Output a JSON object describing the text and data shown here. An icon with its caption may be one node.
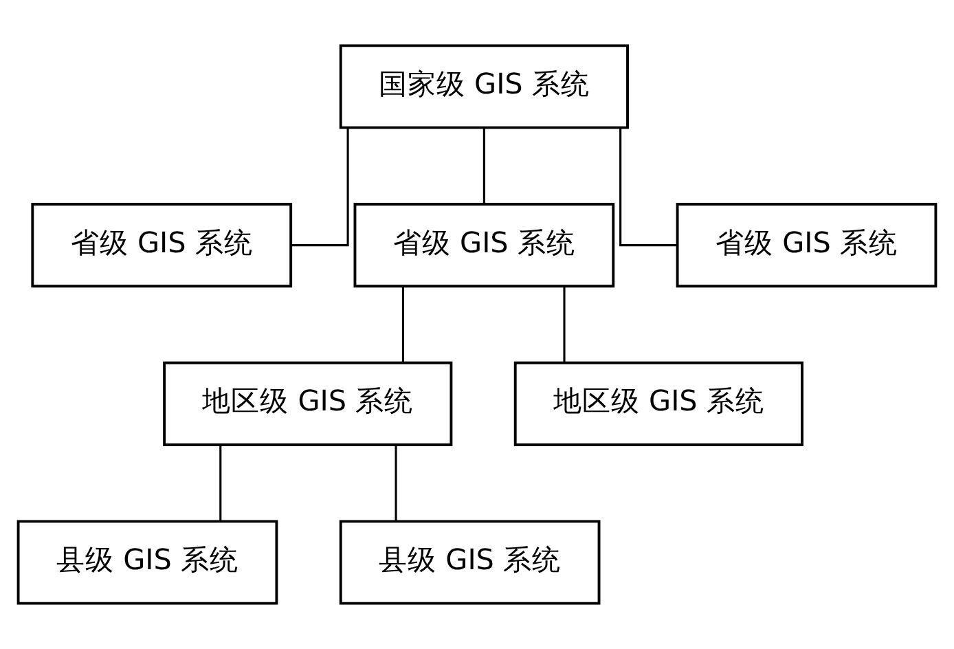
{
  "diagram": {
    "nodes": [
      {
        "text": [
          "国家级 GIS 系统"
        ]
      },
      {
        "text": [
          "省级 GIS 系统"
        ]
      },
      {
        "text": [
          "省级 GIS 系统"
        ]
      },
      {
        "text": [
          "省级 GIS 系统"
        ]
      },
      {
        "text": [
          "地区级 GIS 系统"
        ]
      },
      {
        "text": [
          "地区级 GIS 系统"
        ]
      },
      {
        "text": [
          "县级 GIS 系统"
        ]
      },
      {
        "text": [
          "县级 GIS 系统"
        ]
      }
    ],
    "edges": [
      {
        "from": 0,
        "to": 1,
        "arrow": "none"
      },
      {
        "from": 0,
        "to": 2,
        "arrow": "none"
      },
      {
        "from": 0,
        "to": 3,
        "arrow": "none"
      },
      {
        "from": 2,
        "to": 4,
        "arrow": "none"
      },
      {
        "from": 2,
        "to": 5,
        "arrow": "none"
      },
      {
        "from": 4,
        "to": 6,
        "arrow": "none"
      },
      {
        "from": 4,
        "to": 7,
        "arrow": "none"
      }
    ]
  }
}
